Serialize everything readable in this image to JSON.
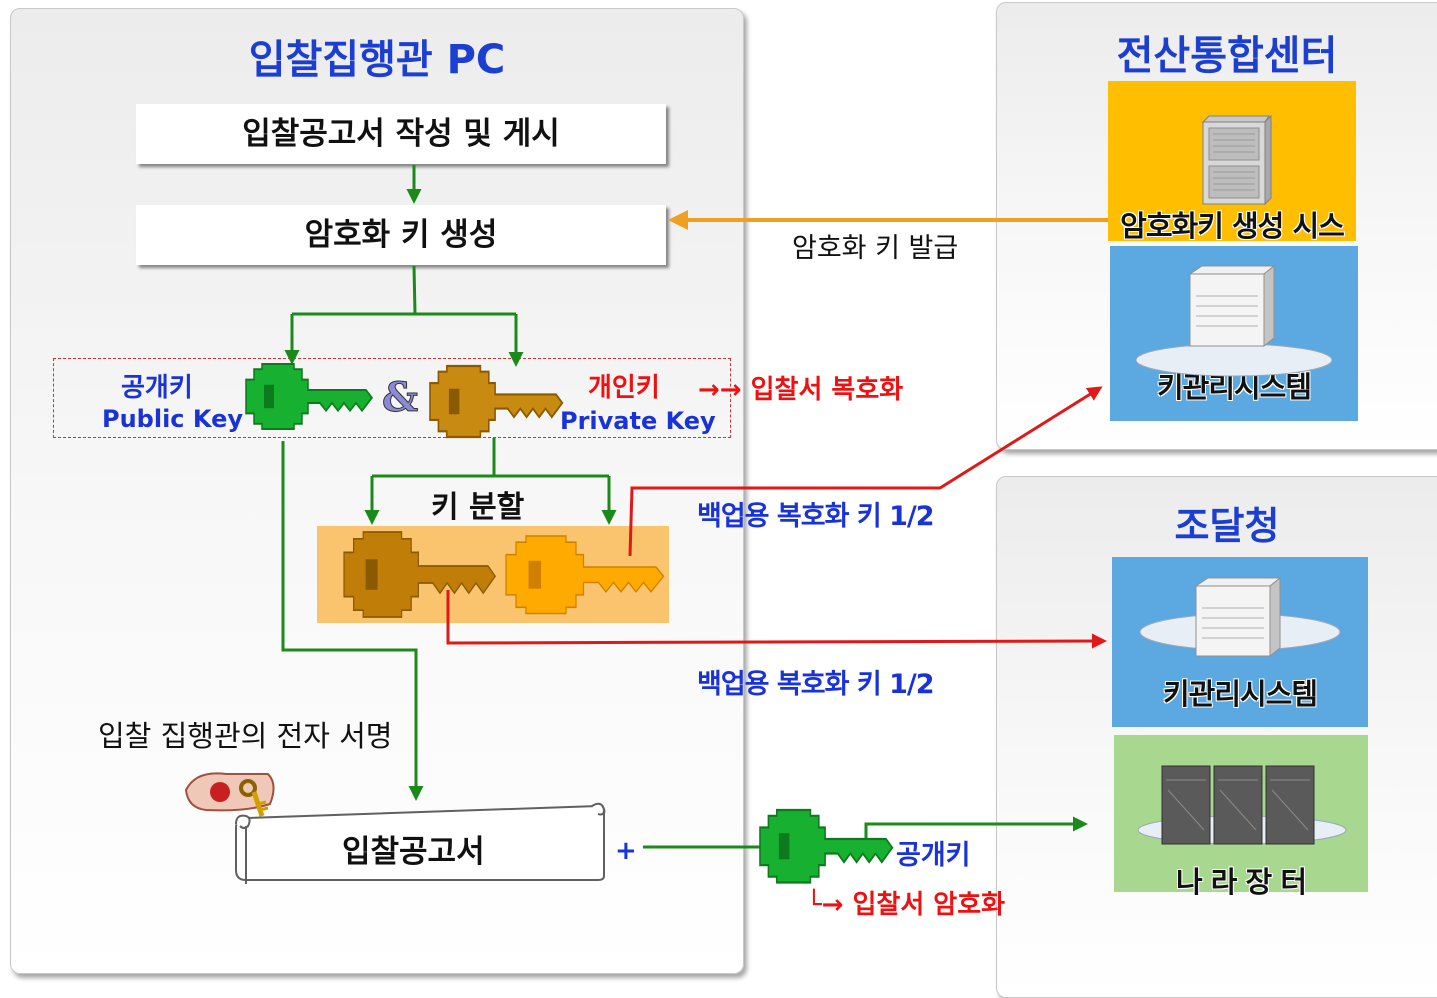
{
  "left_panel": {
    "title": "입찰집행관 PC",
    "box_notice": "입찰공고서 작성 및 게시",
    "box_keygen": "암호화  키 생성",
    "public_key_ko": "공개키",
    "public_key_en": "Public Key",
    "ampersand": "&",
    "private_key_ko": "개인키",
    "private_key_en": "Private Key",
    "private_key_use": "→→ 입찰서 복호화",
    "key_split": "키 분할",
    "signature_label": "입찰 집행관의 전자 서명",
    "notice_doc": "입찰공고서",
    "plus": "+"
  },
  "issue_label": "암호화 키 발급",
  "backup_label_1": "백업용 복호화 키 1/2",
  "backup_label_2": "백업용 복호화 키 1/2",
  "public_key_bottom": "공개키",
  "encrypt_label": "└→ 입찰서 암호화",
  "center_panel": {
    "title": "전산통합센터",
    "keygen_system": "암호화키 생성 시스템",
    "key_mgmt_system": "키관리시스템"
  },
  "procurement_panel": {
    "title": "조달청",
    "key_mgmt_system": "키관리시스템",
    "narajangteo": "나 라 장 터"
  },
  "colors": {
    "title_blue": "#1c3fd1",
    "arrow_green": "#1a8a1a",
    "arrow_orange": "#f0a020",
    "arrow_red": "#e01818",
    "key_green": "#18b030",
    "key_brown": "#c88a10",
    "key_orange": "#ffaa00",
    "split_bg": "#f9c46d",
    "gold_bg": "#ffbe00",
    "sky_bg": "#5ca8e0",
    "green_bg": "#a8d890"
  }
}
